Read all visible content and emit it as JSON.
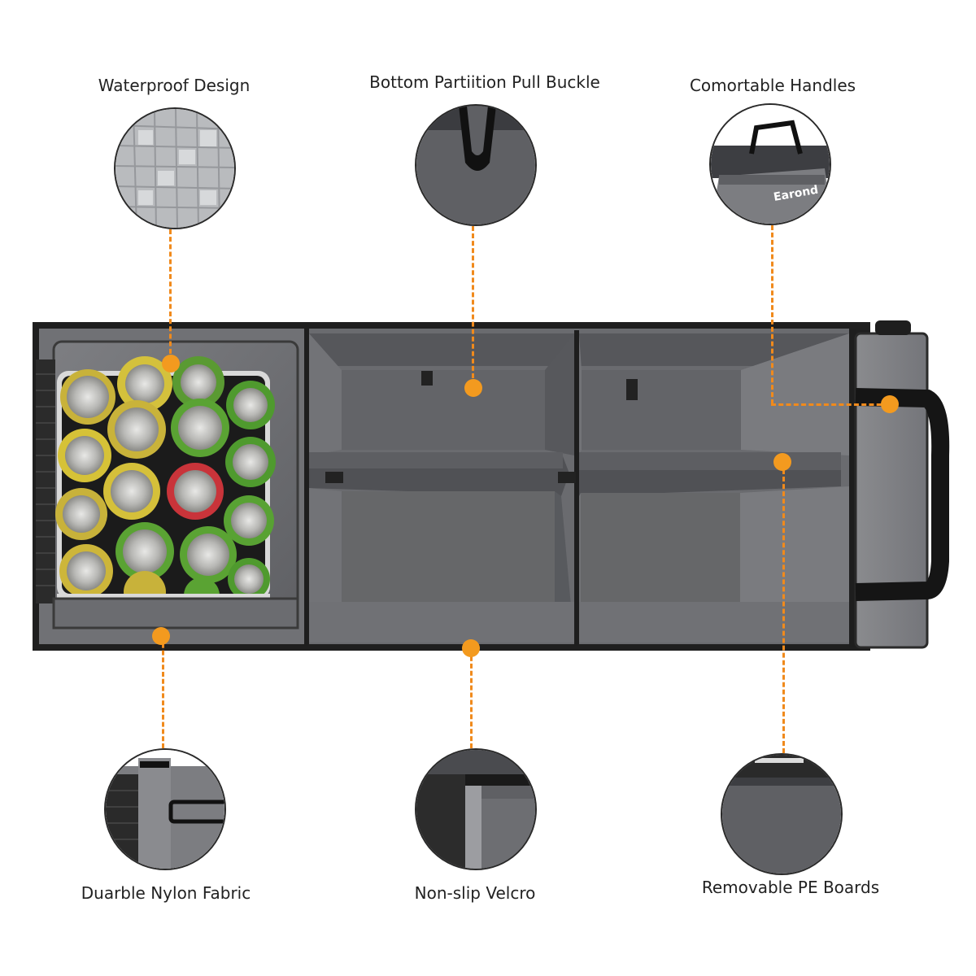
{
  "features": {
    "waterproof": {
      "label": "Waterproof Design",
      "icon": "foil-texture-icon"
    },
    "partition_buckle": {
      "label": "Bottom Partiition Pull Buckle",
      "icon": "pull-strap-icon"
    },
    "handles": {
      "label": "Comortable Handles",
      "icon": "handle-icon"
    },
    "nylon": {
      "label": "Duarble  Nylon Fabric",
      "icon": "fabric-pocket-icon"
    },
    "velcro": {
      "label": "Non-slip Velcro",
      "icon": "velcro-icon"
    },
    "pe_boards": {
      "label": "Removable PE Boards",
      "icon": "board-icon"
    }
  },
  "product": {
    "brand": "Earond"
  },
  "colors": {
    "accent": "#f39a1f",
    "fabric_gray": "#6e6f72",
    "interior_gray": "#5f6064",
    "frame_black": "#1e1e1e"
  }
}
